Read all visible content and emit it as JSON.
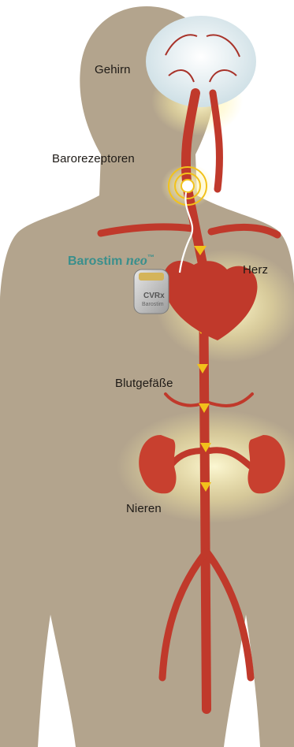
{
  "labels": {
    "brain": "Gehirn",
    "baroreceptors": "Barorezeptoren",
    "heart": "Herz",
    "vessels": "Blutgefäße",
    "kidneys": "Nieren"
  },
  "device": {
    "brand": "Barostim",
    "model": "neo",
    "trademark": "™",
    "case_brand": "CVRx",
    "case_name": "Barostim"
  },
  "colors": {
    "body": "#b3a48d",
    "artery": "#c0392b",
    "glow": "#fff3a8",
    "signal_arrow": "#f2c21b",
    "accent": "#3a8f8c"
  }
}
